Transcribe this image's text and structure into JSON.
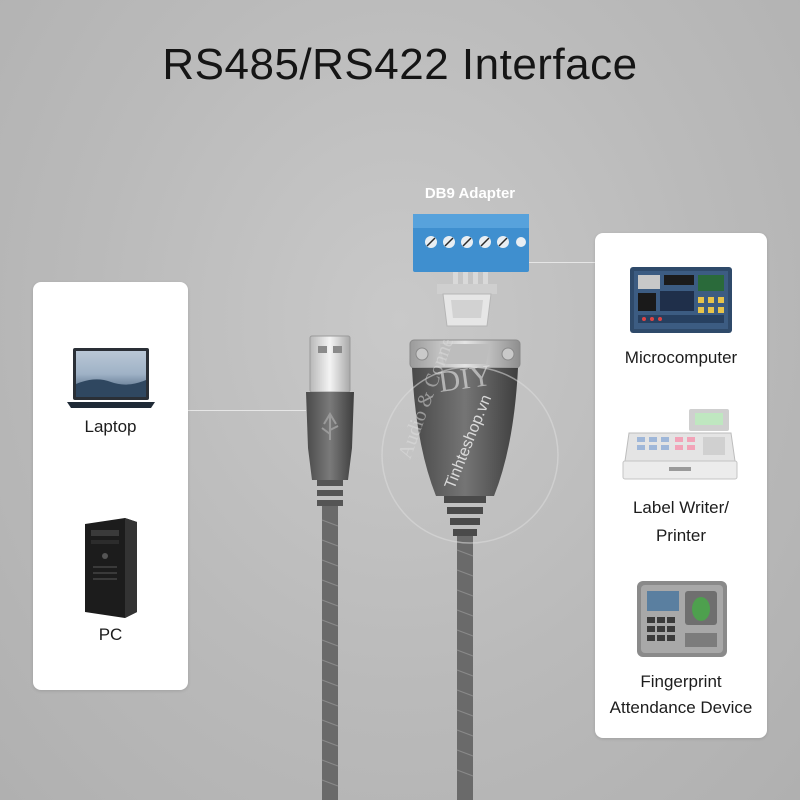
{
  "title": "RS485/RS422 Interface",
  "adapter": {
    "label": "DB9 Adapter"
  },
  "left_devices": [
    {
      "label": "Laptop",
      "icon": "laptop-icon"
    },
    {
      "label": "PC",
      "icon": "desktop-tower-icon"
    }
  ],
  "right_devices": [
    {
      "label": "Microcomputer",
      "icon": "circuit-board-icon"
    },
    {
      "label": "Label Writer/",
      "label2": "Printer",
      "icon": "cash-register-icon"
    },
    {
      "label": "Fingerprint",
      "label2": "Attendance Device",
      "icon": "fingerprint-terminal-icon"
    }
  ],
  "watermark": {
    "line1": "DIY",
    "line2": "Audio & Connector",
    "site": "Tinhteshop.vn"
  },
  "colors": {
    "terminal_block": "#3f8fcf",
    "cable": "#6a6a6a",
    "connector_housing": "#5a5a5a"
  }
}
